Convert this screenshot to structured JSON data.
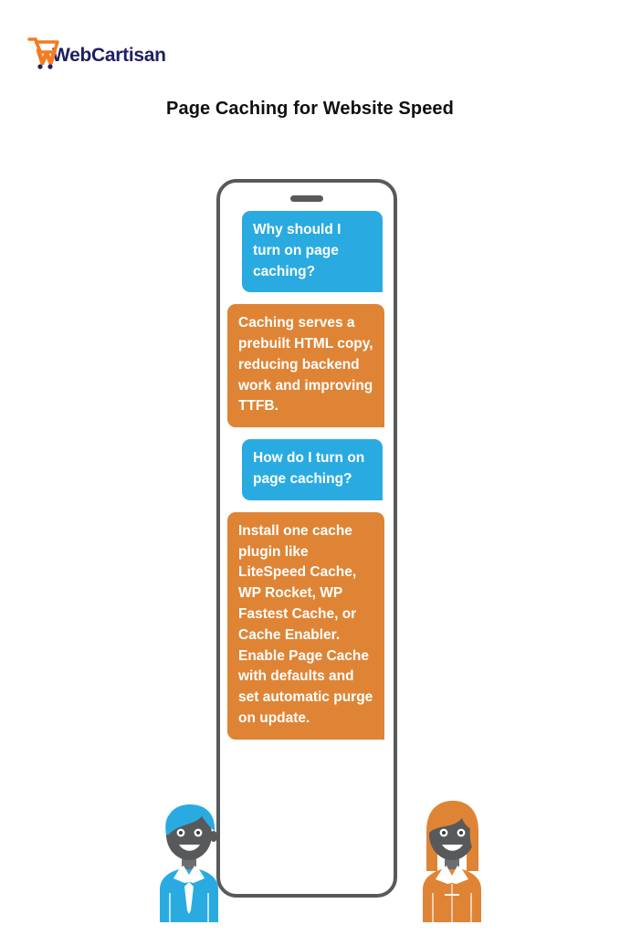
{
  "brand": {
    "logo_text": "WebCartisan",
    "logo_mark_name": "shopping-cart-w-icon",
    "logo_mark_color": "#f47b20",
    "logo_text_color": "#1f1f63"
  },
  "header": {
    "title": "Page Caching for Website Speed"
  },
  "colors": {
    "user_bubble": "#29abe2",
    "bot_bubble": "#df8435",
    "phone_frame": "#58595b",
    "face": "#58595b",
    "background": "#ffffff"
  },
  "phone": {
    "speaker_name": "phone-speaker-grille"
  },
  "conversation": [
    {
      "role": "user",
      "text": "Why should I turn on page caching?"
    },
    {
      "role": "bot",
      "text": "Caching serves a prebuilt HTML copy, reducing backend work and improving TTFB."
    },
    {
      "role": "user",
      "text": "How do I turn on page caching?"
    },
    {
      "role": "bot",
      "text": "Install one cache plugin like LiteSpeed Cache, WP Rocket, WP Fastest Cache, or Cache Enabler. Enable Page Cache with defaults and set automatic purge on update."
    }
  ],
  "characters": [
    {
      "name": "male-avatar",
      "hair_color": "#29abe2",
      "clothing_color": "#29abe2",
      "side": "left"
    },
    {
      "name": "female-avatar",
      "hair_color": "#df8435",
      "clothing_color": "#df8435",
      "side": "right"
    }
  ]
}
